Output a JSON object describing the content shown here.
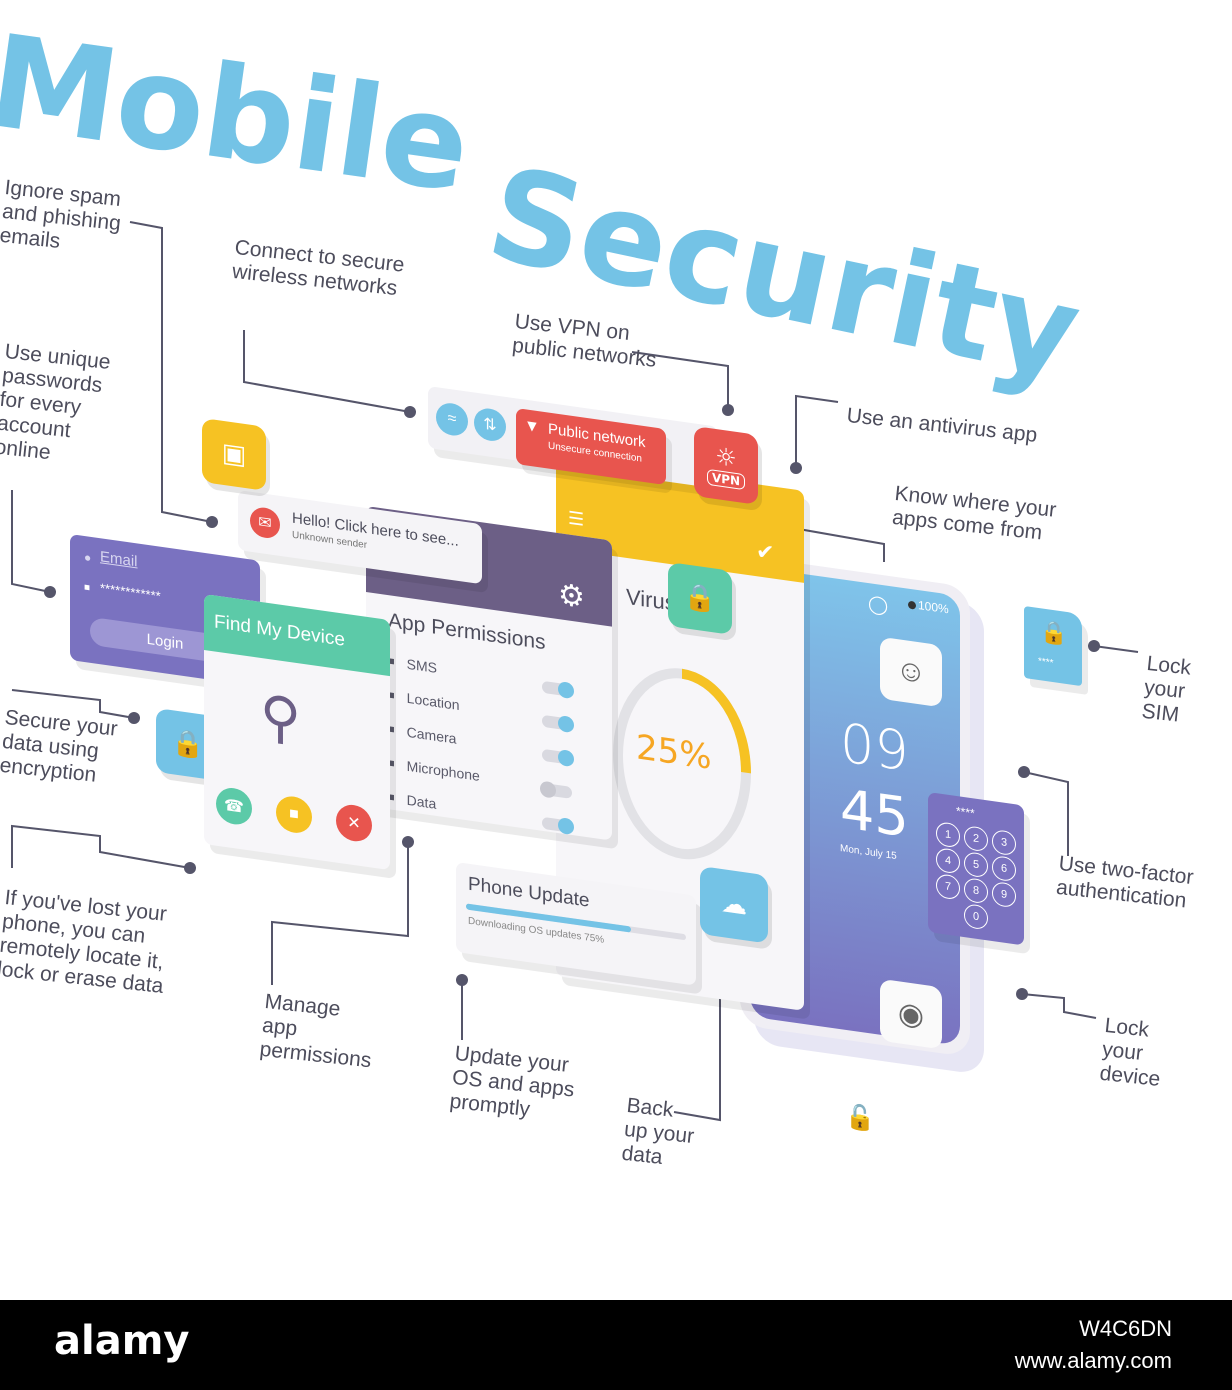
{
  "title": {
    "line1": "Mobile",
    "line2": "Security"
  },
  "labels": {
    "spam": "Ignore spam\nand phishing\nemails",
    "wifi": "Connect to secure\nwireless networks",
    "vpn": "Use VPN on\npublic networks",
    "antivirus": "Use an antivirus app",
    "apps_source": "Know where your\napps come from",
    "passwords": "Use unique\npasswords\nfor every\naccount\nonline",
    "sim": "Lock\nyour\nSIM",
    "encryption": "Secure your\ndata using\nencryption",
    "two_factor": "Use two-factor\nauthentication",
    "lost_phone": "If you've lost your\nphone, you can\nremotely locate it,\nlock or erase data",
    "permissions": "Manage\napp\npermissions",
    "update": "Update your\nOS and apps\npromptly",
    "backup": "Back\nup your\ndata",
    "lock_device": "Lock\nyour\ndevice"
  },
  "ui": {
    "network": {
      "title": "Public network",
      "subtitle": "Unsecure connection"
    },
    "vpn_badge": "VPN",
    "email": {
      "title": "Hello! Click here to see...",
      "subtitle": "Unknown sender"
    },
    "login": {
      "email_placeholder": "Email",
      "password_mask": "************",
      "button": "Login"
    },
    "find_device": {
      "title": "Find My Device"
    },
    "permissions": {
      "title": "App Permissions",
      "items": [
        {
          "label": "SMS",
          "on": true
        },
        {
          "label": "Location",
          "on": true
        },
        {
          "label": "Camera",
          "on": true
        },
        {
          "label": "Microphone",
          "on": false
        },
        {
          "label": "Data",
          "on": true
        }
      ]
    },
    "virus_scan": {
      "title": "Virus scan",
      "percent_label": "25%",
      "progress": 0.25
    },
    "phone_update": {
      "title": "Phone Update",
      "status": "Downloading OS updates 75%",
      "progress": 0.75
    },
    "phone": {
      "battery": "100%",
      "hour": "09",
      "minute": "45",
      "date": "Mon, July 15"
    },
    "sim_card": {
      "mask": "****"
    },
    "keypad": {
      "mask": "****",
      "keys": [
        "1",
        "2",
        "3",
        "4",
        "5",
        "6",
        "7",
        "8",
        "9",
        "0"
      ]
    }
  },
  "colors": {
    "title": "#74c3e6",
    "red": "#e8554e",
    "yellow": "#f6c223",
    "purple": "#7a72c0",
    "teal": "#5ccaa8",
    "blue": "#74c3e6",
    "dark_purple": "#6c5f86"
  },
  "watermark": {
    "logo": "alamy",
    "image_id": "W4C6DN",
    "url": "www.alamy.com"
  }
}
